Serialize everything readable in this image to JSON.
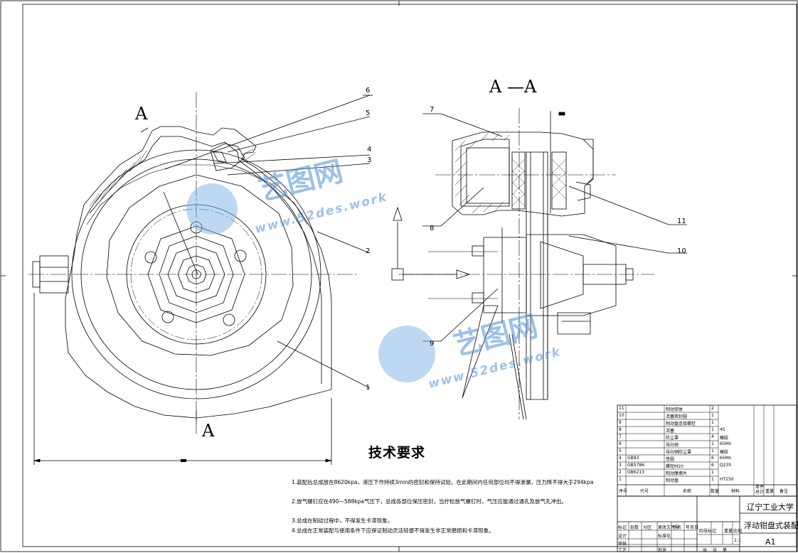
{
  "section_labels": {
    "section_a_top": "A",
    "section_a_bottom": "A",
    "section_view": "A —A"
  },
  "balloons": [
    "1",
    "2",
    "3",
    "4",
    "5",
    "6",
    "7",
    "8",
    "9",
    "10",
    "11"
  ],
  "watermark": {
    "brand": "艺图网",
    "url": "www.52des.work",
    "color": "#4d8fd6"
  },
  "tech_requirements": {
    "title": "技术要求",
    "lines": [
      "1.装配后总成放在8620kpa，液压下作持续3min的密封和保持试验。在此期间内任何部位均不得渗漏，压力降不得大于294kpa",
      "2.放气螺钉应在490—588kpa气压下，总成各部位保压密封，当拧松放气螺钉时，气压应能通过通孔及放气孔冲出。",
      "3.总成在制动过程中，不得发生卡滞现象。",
      "4.总成在正常装配与使用条件下应保证制动灵活轻便不得发生非正常磨损和卡滞现象。"
    ]
  },
  "bom": {
    "headers": [
      "序号",
      "代号",
      "名称",
      "数量",
      "材料",
      "单件\n总计",
      "重量",
      "备注"
    ],
    "rows": [
      {
        "no": "11",
        "code": "",
        "name": "制动钳体",
        "qty": "2",
        "material": ""
      },
      {
        "no": "10",
        "code": "",
        "name": "活塞密封圈",
        "qty": "1",
        "material": ""
      },
      {
        "no": "9",
        "code": "",
        "name": "制动盘连接螺栓",
        "qty": "1",
        "material": ""
      },
      {
        "no": "8",
        "code": "",
        "name": "活塞",
        "qty": "1",
        "material": "45"
      },
      {
        "no": "7",
        "code": "",
        "name": "防尘罩",
        "qty": "4",
        "material": "橡胶"
      },
      {
        "no": "6",
        "code": "",
        "name": "导向销",
        "qty": "1",
        "material": "65Mn"
      },
      {
        "no": "5",
        "code": "",
        "name": "导向销防尘罩",
        "qty": "1",
        "material": "橡胶"
      },
      {
        "no": "4",
        "code": "GB93",
        "code_full": "GB93",
        "name": "垫圈",
        "qty": "6",
        "material": "65Mn"
      },
      {
        "no": "3",
        "code": "GB5786",
        "name": "螺栓M10",
        "qty": "6",
        "material": "Q235"
      },
      {
        "no": "2",
        "code": "GB6213",
        "name": "制动摩擦片",
        "qty": "1",
        "material": ""
      },
      {
        "no": "1",
        "code": "",
        "name": "制动盘",
        "qty": "1",
        "material": "HT250"
      }
    ]
  },
  "title_block": {
    "school": "辽宁工业大学",
    "drawing_name": "浮动钳盘式装配图",
    "sheet_size": "A1",
    "scale": "1:1",
    "labels": {
      "stage": "阶段标记",
      "weight": "重量",
      "scale_label": "比例",
      "total": "共",
      "sheet": "张",
      "page": "第",
      "design": "设计",
      "std": "标准化",
      "review": "审核",
      "process": "工艺",
      "approve": "批准",
      "marks": "标记",
      "qty": "处数",
      "zone": "分区",
      "change_doc": "更改文件号",
      "sign": "签名",
      "date": "年月日"
    }
  }
}
